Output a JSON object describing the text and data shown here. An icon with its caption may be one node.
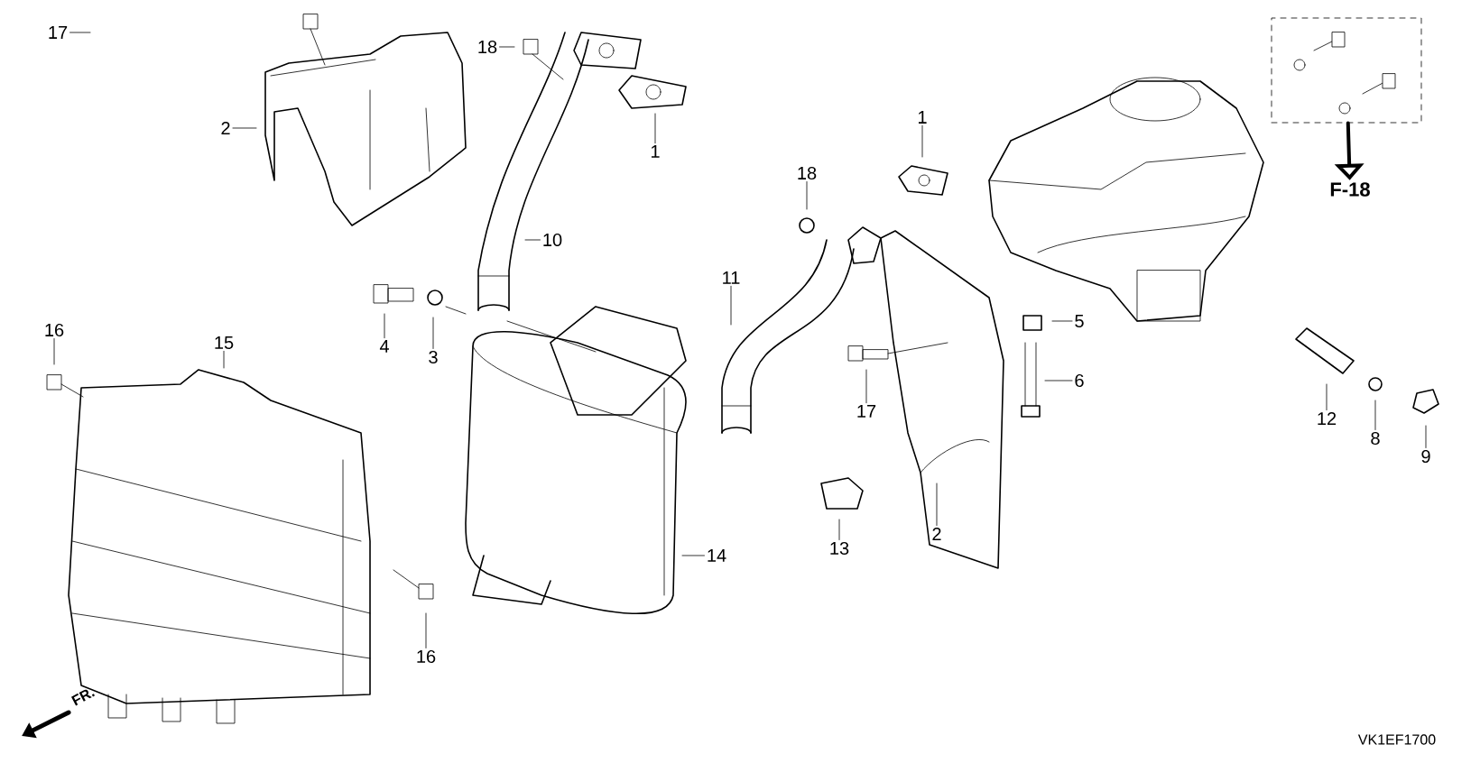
{
  "diagram": {
    "nodes": [
      {
        "text": [
          "17"
        ]
      },
      {
        "text": [
          "2"
        ]
      },
      {
        "text": [
          "18"
        ]
      },
      {
        "text": [
          "1"
        ]
      },
      {
        "text": [
          "10"
        ]
      },
      {
        "text": [
          "4"
        ]
      },
      {
        "text": [
          "3"
        ]
      },
      {
        "text": [
          "16"
        ]
      },
      {
        "text": [
          "15"
        ]
      },
      {
        "text": [
          "1"
        ]
      },
      {
        "text": [
          "18"
        ]
      },
      {
        "text": [
          "11"
        ]
      },
      {
        "text": [
          "17"
        ]
      },
      {
        "text": [
          "13"
        ]
      },
      {
        "text": [
          "2"
        ]
      },
      {
        "text": [
          "14"
        ]
      },
      {
        "text": [
          "16"
        ]
      },
      {
        "text": [
          "5"
        ]
      },
      {
        "text": [
          "6"
        ]
      },
      {
        "text": [
          "12"
        ]
      },
      {
        "text": [
          "8"
        ]
      },
      {
        "text": [
          "9"
        ]
      },
      {
        "text": [],
        "shape": "box"
      },
      {
        "text": [
          "F-18"
        ]
      }
    ],
    "edges": [
      {
        "from": 0,
        "to": null,
        "arrow": "none"
      },
      {
        "from": 1,
        "to": null,
        "arrow": "none"
      },
      {
        "from": 2,
        "to": null,
        "arrow": "none"
      },
      {
        "from": 3,
        "to": null,
        "arrow": "none"
      },
      {
        "from": 4,
        "to": null,
        "arrow": "none"
      },
      {
        "from": 5,
        "to": null,
        "arrow": "none"
      },
      {
        "from": 6,
        "to": null,
        "arrow": "none"
      },
      {
        "from": 7,
        "to": null,
        "arrow": "none"
      },
      {
        "from": 8,
        "to": null,
        "arrow": "none"
      },
      {
        "from": 9,
        "to": null,
        "arrow": "none"
      },
      {
        "from": 10,
        "to": null,
        "arrow": "none"
      },
      {
        "from": 11,
        "to": null,
        "arrow": "none"
      },
      {
        "from": 12,
        "to": null,
        "arrow": "none"
      },
      {
        "from": 13,
        "to": null,
        "arrow": "none"
      },
      {
        "from": 14,
        "to": null,
        "arrow": "none"
      },
      {
        "from": 15,
        "to": null,
        "arrow": "none"
      },
      {
        "from": 16,
        "to": null,
        "arrow": "none"
      },
      {
        "from": 17,
        "to": null,
        "arrow": "none"
      },
      {
        "from": 18,
        "to": null,
        "arrow": "none"
      },
      {
        "from": 19,
        "to": null,
        "arrow": "none"
      },
      {
        "from": 20,
        "to": null,
        "arrow": "none"
      },
      {
        "from": 21,
        "to": null,
        "arrow": "none"
      },
      {
        "from": 22,
        "to": 23,
        "arrow": "to",
        "style": "thick"
      }
    ],
    "labels": [
      "FR.",
      "VK1EF1700"
    ]
  }
}
